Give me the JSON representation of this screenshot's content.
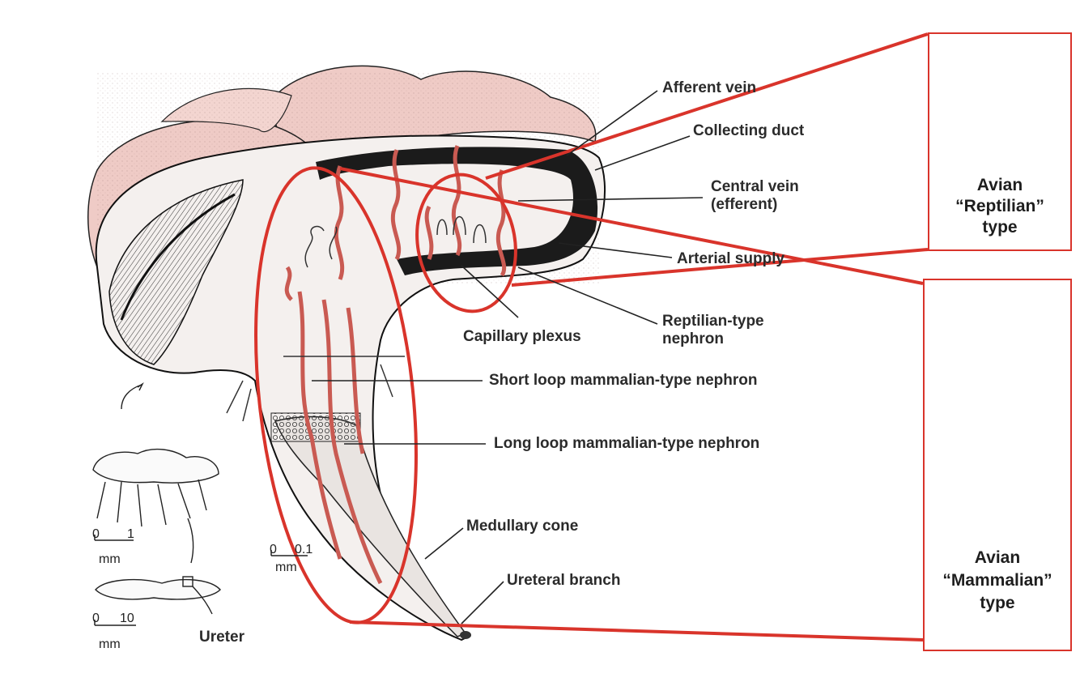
{
  "labels": {
    "afferent_vein": "Afferent vein",
    "collecting_duct": "Collecting duct",
    "central_vein_line1": "Central vein",
    "central_vein_line2": "(efferent)",
    "arterial_supply": "Arterial supply",
    "reptilian_nephron_line1": "Reptilian-type",
    "reptilian_nephron_line2": "nephron",
    "capillary_plexus": "Capillary plexus",
    "short_loop": "Short loop mammalian-type nephron",
    "long_loop": "Long loop mammalian-type nephron",
    "medullary_cone": "Medullary cone",
    "ureteral_branch": "Ureteral branch",
    "ureter": "Ureter"
  },
  "scales": {
    "inset_top": {
      "start": "0",
      "end": "1",
      "unit": "mm"
    },
    "inset_bottom": {
      "start": "0",
      "end": "10",
      "unit": "mm"
    },
    "main": {
      "start": "0",
      "end": "0.1",
      "unit": "mm"
    }
  },
  "panels": {
    "reptilian": {
      "line1": "Avian",
      "line2": "“Reptilian”",
      "line3": "type"
    },
    "mammalian": {
      "line1": "Avian",
      "line2": "“Mammalian”",
      "line3": "type"
    }
  },
  "colors": {
    "highlight": "#d9342b",
    "lobule_pink": "#efcbc6",
    "nephron_red": "#c95a52",
    "tubule_yellow": "#f6e7a3"
  }
}
